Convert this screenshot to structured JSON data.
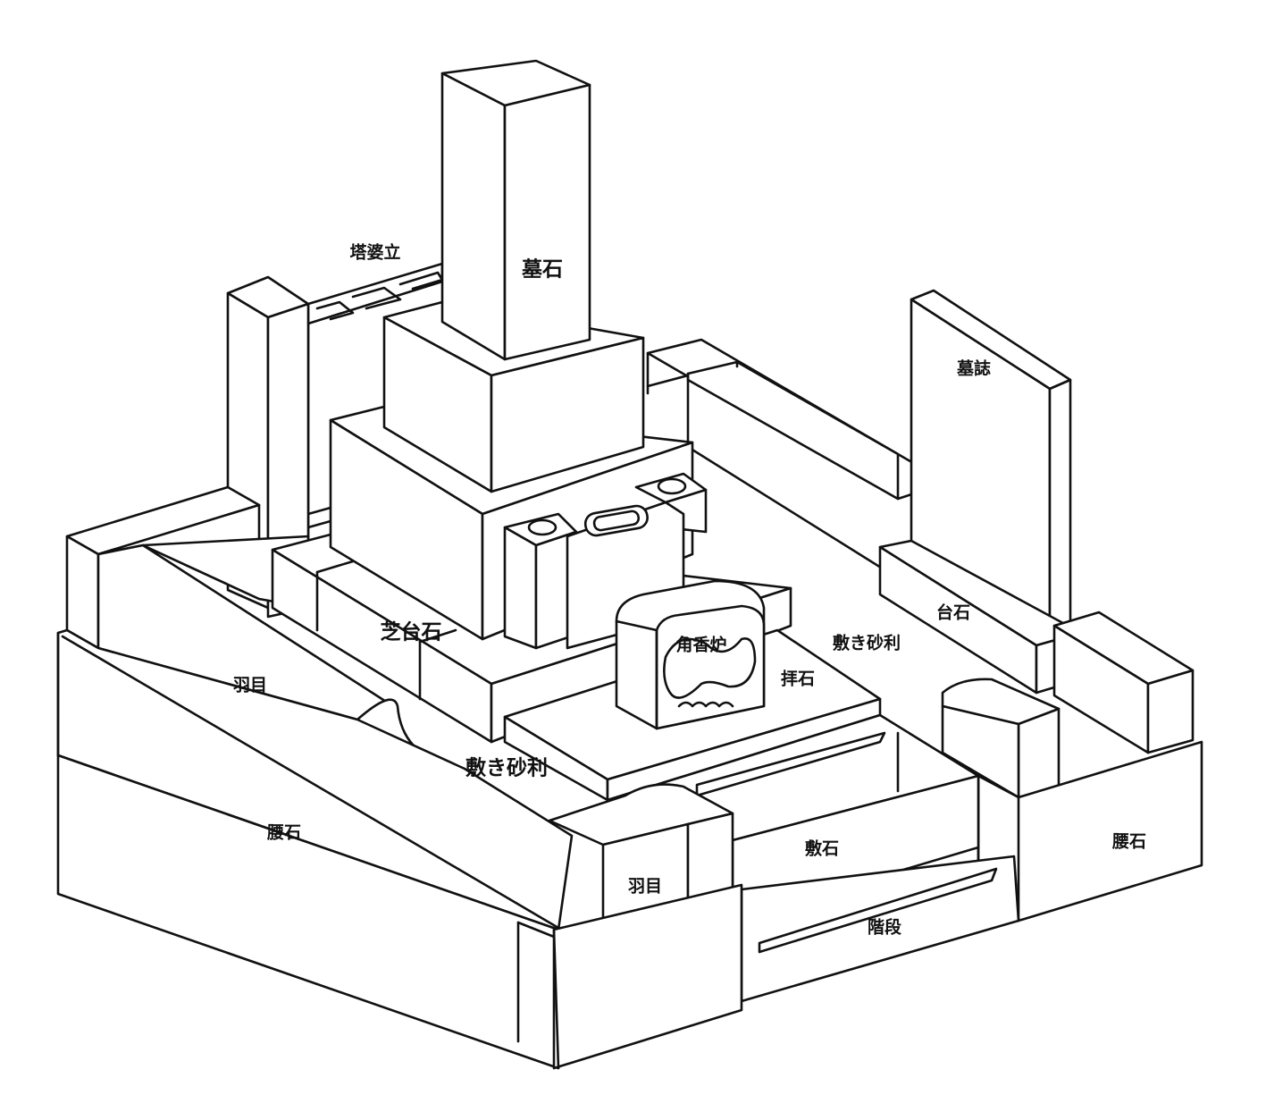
{
  "labels": {
    "tombstone": "墓石",
    "stupa_stand": "塔婆立",
    "epitaph": "墓誌",
    "turf_base": "芝台石",
    "incense_burner": "角香炉",
    "gravel_right": "敷き砂利",
    "worship_stone": "拝石",
    "epitaph_base": "台石",
    "wing_left": "羽目",
    "gravel_front": "敷き砂利",
    "retaining_left": "腰石",
    "paving": "敷石",
    "wing_front": "羽目",
    "retaining_right": "腰石",
    "stairs": "階段"
  },
  "colors": {
    "line": "#111111",
    "background": "#ffffff"
  }
}
